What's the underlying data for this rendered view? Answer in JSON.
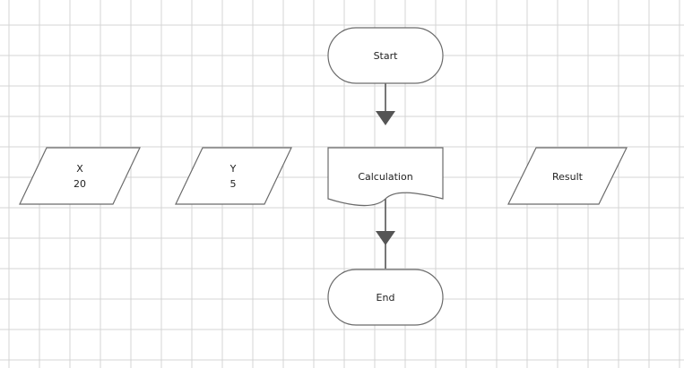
{
  "diagram": {
    "nodes": {
      "start": {
        "label": "Start"
      },
      "calc": {
        "label": "Calculation"
      },
      "end": {
        "label": "End"
      },
      "x_input": {
        "label": "X",
        "value": "20"
      },
      "y_input": {
        "label": "Y",
        "value": "5"
      },
      "result": {
        "label": "Result"
      }
    }
  }
}
